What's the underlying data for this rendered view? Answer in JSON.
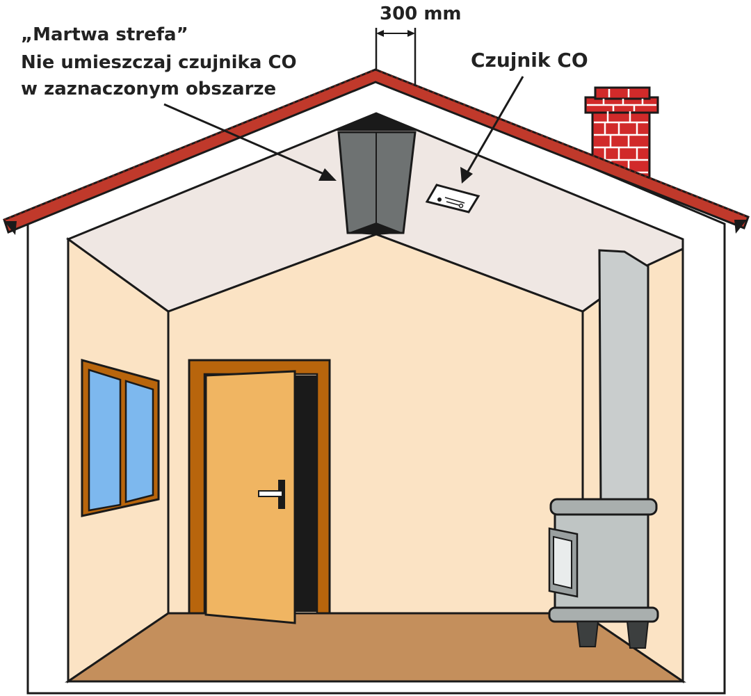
{
  "labels": {
    "dead_zone_title": "„Martwa strefa”",
    "dead_zone_line2": "Nie umieszczaj czujnika CO",
    "dead_zone_line3": "w zaznaczonym obszarze",
    "dimension": "300 mm",
    "sensor": "Czujnik CO"
  },
  "colors": {
    "roof": "#c0392b",
    "wall_interior": "#fbe3c4",
    "ceiling": "#efe7e3",
    "floor": "#c48f5c",
    "dead_zone": "#6e7272",
    "door": "#f0b562",
    "door_frame": "#b8650c",
    "window_glass": "#7db8ee",
    "chimney_brick": "#d12a2a",
    "flue_pipe": "#c9cdcd",
    "stove": "#bfc5c4"
  },
  "icons": [
    "co-sensor-icon",
    "arrow-icon",
    "chimney-icon",
    "stove-icon",
    "door-icon",
    "window-icon"
  ]
}
